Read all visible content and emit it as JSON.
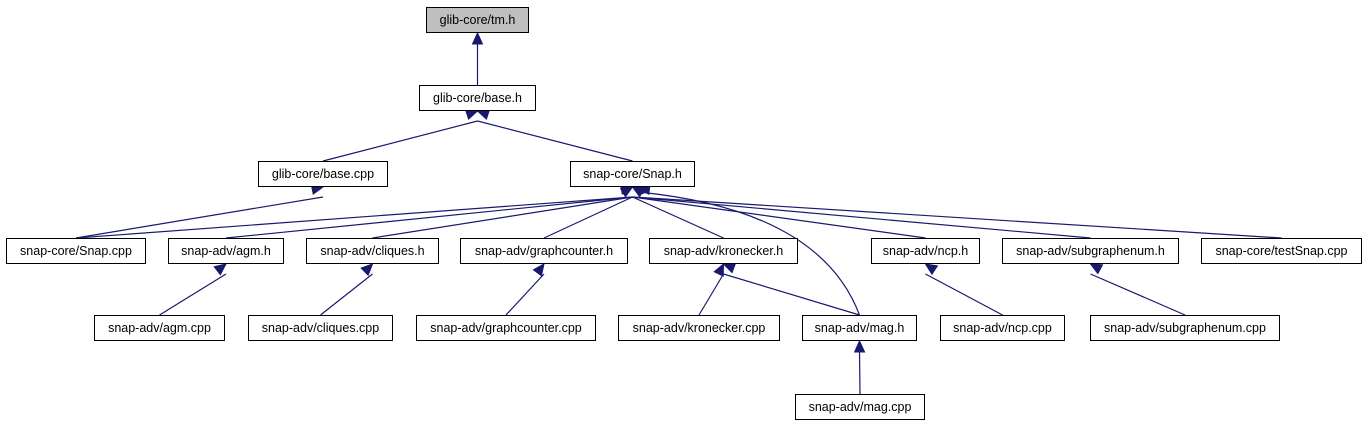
{
  "colors": {
    "edge": "#191970",
    "root_fill": "#bfbfbf",
    "node_fill": "#ffffff",
    "border": "#000000"
  },
  "nodes": {
    "tm_h": "glib-core/tm.h",
    "base_h": "glib-core/base.h",
    "base_cpp": "glib-core/base.cpp",
    "snap_h": "snap-core/Snap.h",
    "snap_cpp": "snap-core/Snap.cpp",
    "agm_h": "snap-adv/agm.h",
    "cliques_h": "snap-adv/cliques.h",
    "graphcounter_h": "snap-adv/graphcounter.h",
    "kronecker_h": "snap-adv/kronecker.h",
    "ncp_h": "snap-adv/ncp.h",
    "subgraphenum_h": "snap-adv/subgraphenum.h",
    "testsnap_cpp": "snap-core/testSnap.cpp",
    "agm_cpp": "snap-adv/agm.cpp",
    "cliques_cpp": "snap-adv/cliques.cpp",
    "graphcounter_cpp": "snap-adv/graphcounter.cpp",
    "kronecker_cpp": "snap-adv/kronecker.cpp",
    "mag_h": "snap-adv/mag.h",
    "ncp_cpp": "snap-adv/ncp.cpp",
    "subgraphenum_cpp": "snap-adv/subgraphenum.cpp",
    "mag_cpp": "snap-adv/mag.cpp"
  },
  "edges": [
    [
      "base_h",
      "tm_h"
    ],
    [
      "base_cpp",
      "base_h"
    ],
    [
      "snap_h",
      "base_h"
    ],
    [
      "snap_cpp",
      "base_cpp"
    ],
    [
      "snap_cpp",
      "snap_h"
    ],
    [
      "agm_h",
      "snap_h"
    ],
    [
      "cliques_h",
      "snap_h"
    ],
    [
      "graphcounter_h",
      "snap_h"
    ],
    [
      "kronecker_h",
      "snap_h"
    ],
    [
      "mag_h",
      "snap_h"
    ],
    [
      "ncp_h",
      "snap_h"
    ],
    [
      "subgraphenum_h",
      "snap_h"
    ],
    [
      "testsnap_cpp",
      "snap_h"
    ],
    [
      "agm_cpp",
      "agm_h"
    ],
    [
      "cliques_cpp",
      "cliques_h"
    ],
    [
      "graphcounter_cpp",
      "graphcounter_h"
    ],
    [
      "kronecker_cpp",
      "kronecker_h"
    ],
    [
      "mag_h",
      "kronecker_h"
    ],
    [
      "ncp_cpp",
      "ncp_h"
    ],
    [
      "subgraphenum_cpp",
      "subgraphenum_h"
    ],
    [
      "mag_cpp",
      "mag_h"
    ]
  ]
}
